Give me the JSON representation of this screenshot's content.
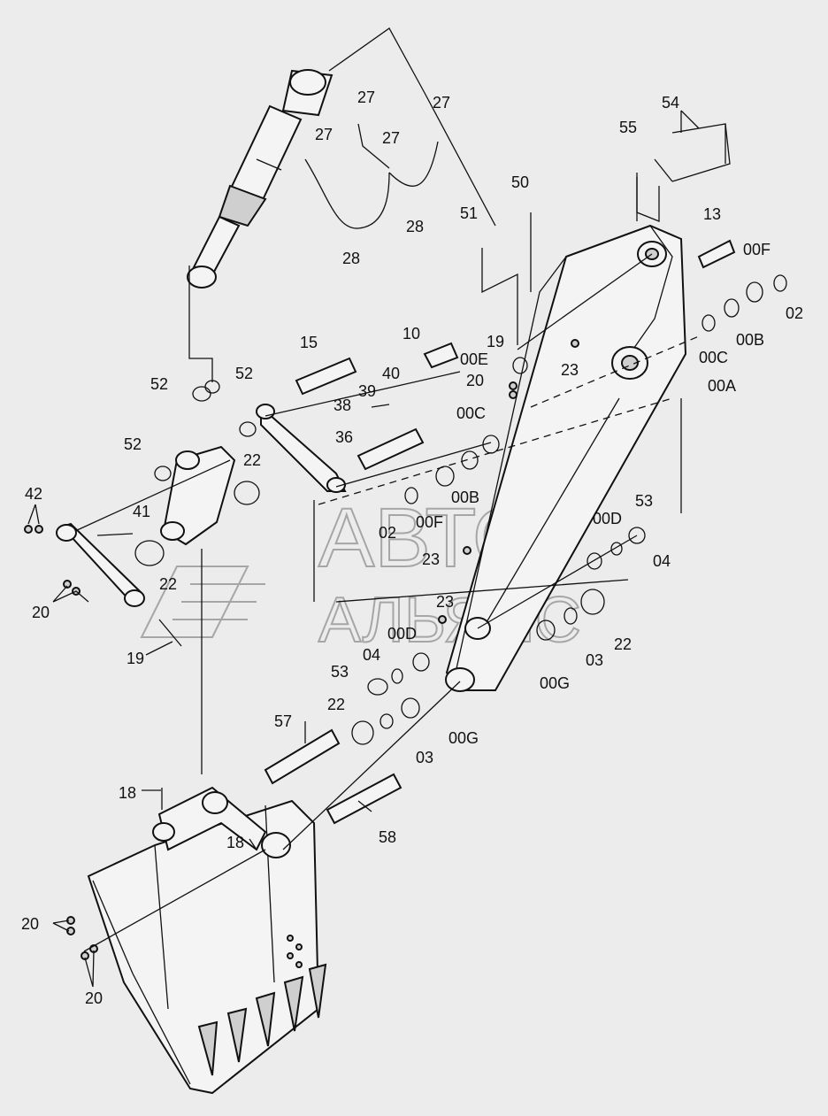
{
  "watermark": {
    "line1": "АВТО",
    "line2": "АЛЬЯНС"
  },
  "labels": {
    "p27a": "27",
    "p27b": "27",
    "p27c": "27",
    "p27d": "27",
    "p28a": "28",
    "p28b": "28",
    "p54": "54",
    "p55": "55",
    "p50": "50",
    "p51": "51",
    "p13": "13",
    "p00F_r": "00F",
    "p02_r": "02",
    "p00B_r": "00B",
    "p00C_r": "00C",
    "p00A": "00A",
    "p10": "10",
    "p19_top": "19",
    "p00E": "00E",
    "p23_top": "23",
    "p40": "40",
    "p39": "39",
    "p38": "38",
    "p20_mid": "20",
    "p15": "15",
    "p52a": "52",
    "p52b": "52",
    "p52c": "52",
    "p36": "36",
    "p22_link": "22",
    "p00C_l": "00C",
    "p00B_l": "00B",
    "p00F_l": "00F",
    "p02_l": "02",
    "p42": "42",
    "p41": "41",
    "p22_ring": "22",
    "p20_left": "20",
    "p19_left": "19",
    "p00D_r": "00D",
    "p53_r": "53",
    "p04_r": "04",
    "p23_mid": "23",
    "p23_low": "23",
    "p22_r": "22",
    "p00D_l": "00D",
    "p03_r": "03",
    "p00G_r": "00G",
    "p04_l": "04",
    "p53_l": "53",
    "p22_low": "22",
    "p57": "57",
    "p03_l": "03",
    "p00G_l": "00G",
    "p18a": "18",
    "p58": "58",
    "p18b": "18",
    "p20_b1": "20",
    "p20_b2": "20"
  }
}
